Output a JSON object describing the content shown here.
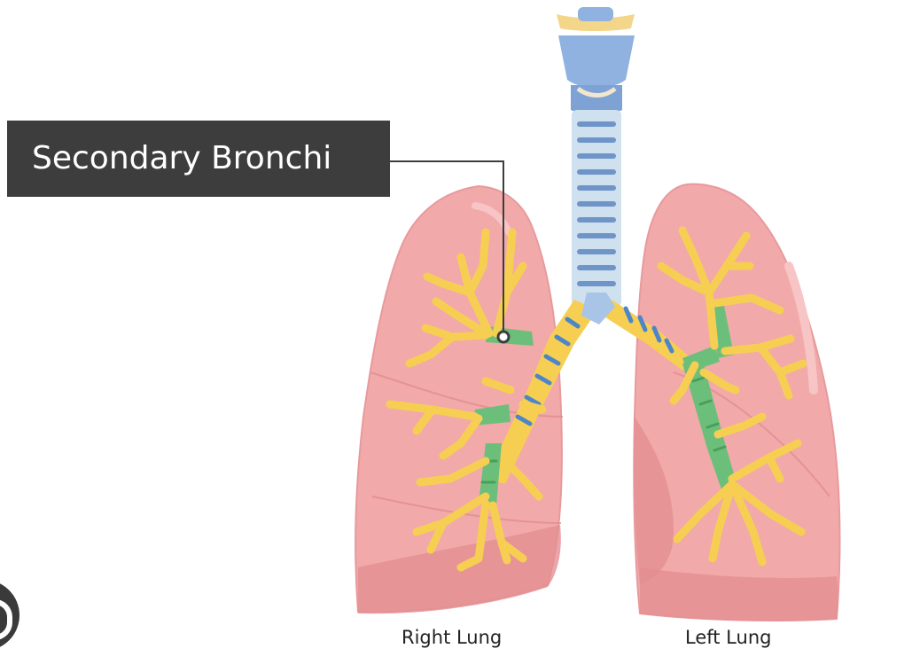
{
  "callout": {
    "label": "Secondary Bronchi"
  },
  "lungs": {
    "right_label": "Right Lung",
    "left_label": "Left Lung"
  },
  "colors": {
    "lung": "#f2a9a9",
    "lung_shade": "#e38f92",
    "lung_edge": "#e79a9d",
    "trachea_rings": "#6f95c8",
    "cartilage": "#cfe0ee",
    "primary_bronchi": "#f6cf52",
    "secondary_bronchi": "#6cbf7a",
    "tertiary_bronchi": "#f6cf52",
    "larynx": "#8fb2e0",
    "callout_bg": "#3d3d3d"
  }
}
